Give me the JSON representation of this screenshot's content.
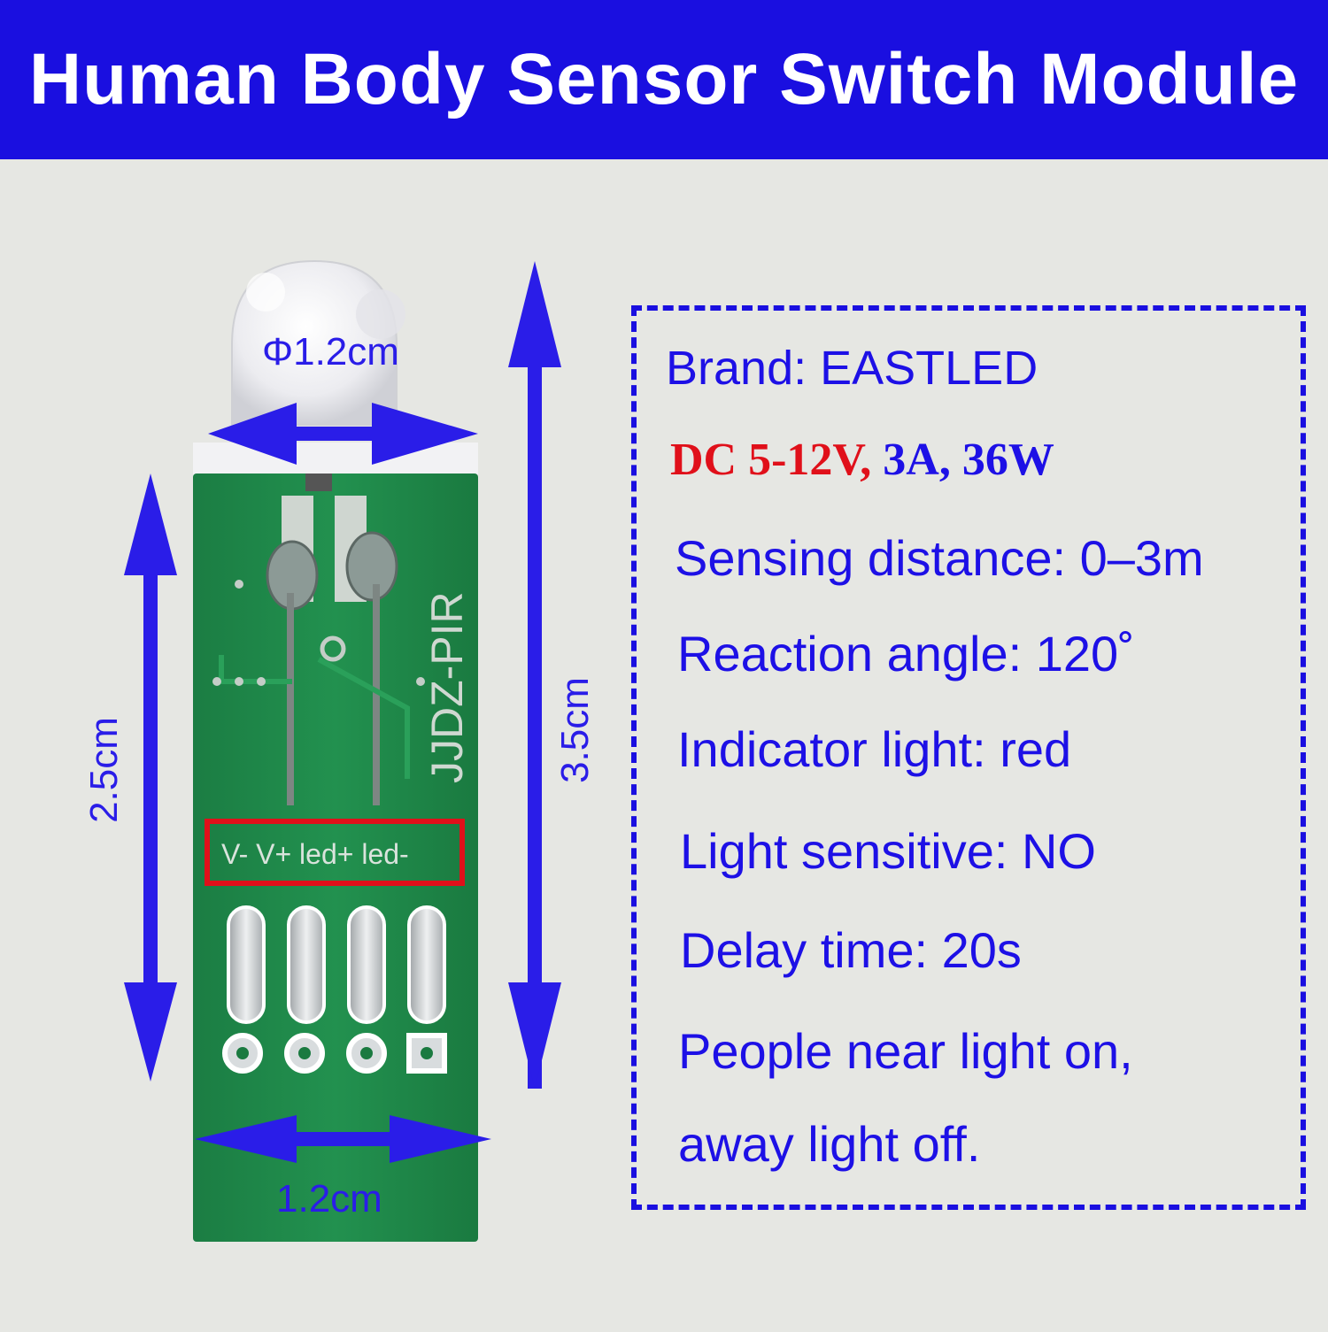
{
  "header": {
    "title": "Human Body Sensor Switch Module"
  },
  "photo": {
    "board_marking": "JJDZ-PIR",
    "pin_labels": "V- V+ led+ led-",
    "dimensions": {
      "lens_diameter": "Φ1.2cm",
      "board_height": "2.5cm",
      "total_height": "3.5cm",
      "board_width": "1.2cm"
    }
  },
  "specs": {
    "brand": "Brand: EASTLED",
    "power_red": "DC 5-12V,",
    "power_blue": " 3A, 36W",
    "sensing": "Sensing distance: 0–3m",
    "angle": "Reaction angle: 120˚",
    "indicator": "Indicator light: red",
    "light_sensitive": "Light sensitive: NO",
    "delay": "Delay time: 20s",
    "behavior_line1": "People near light on,",
    "behavior_line2": "away light off."
  },
  "colors": {
    "accent_blue": "#1a0fe0",
    "highlight_red": "#e0101a",
    "pcb_green": "#1f8a4a",
    "background": "#e6e7e3"
  }
}
